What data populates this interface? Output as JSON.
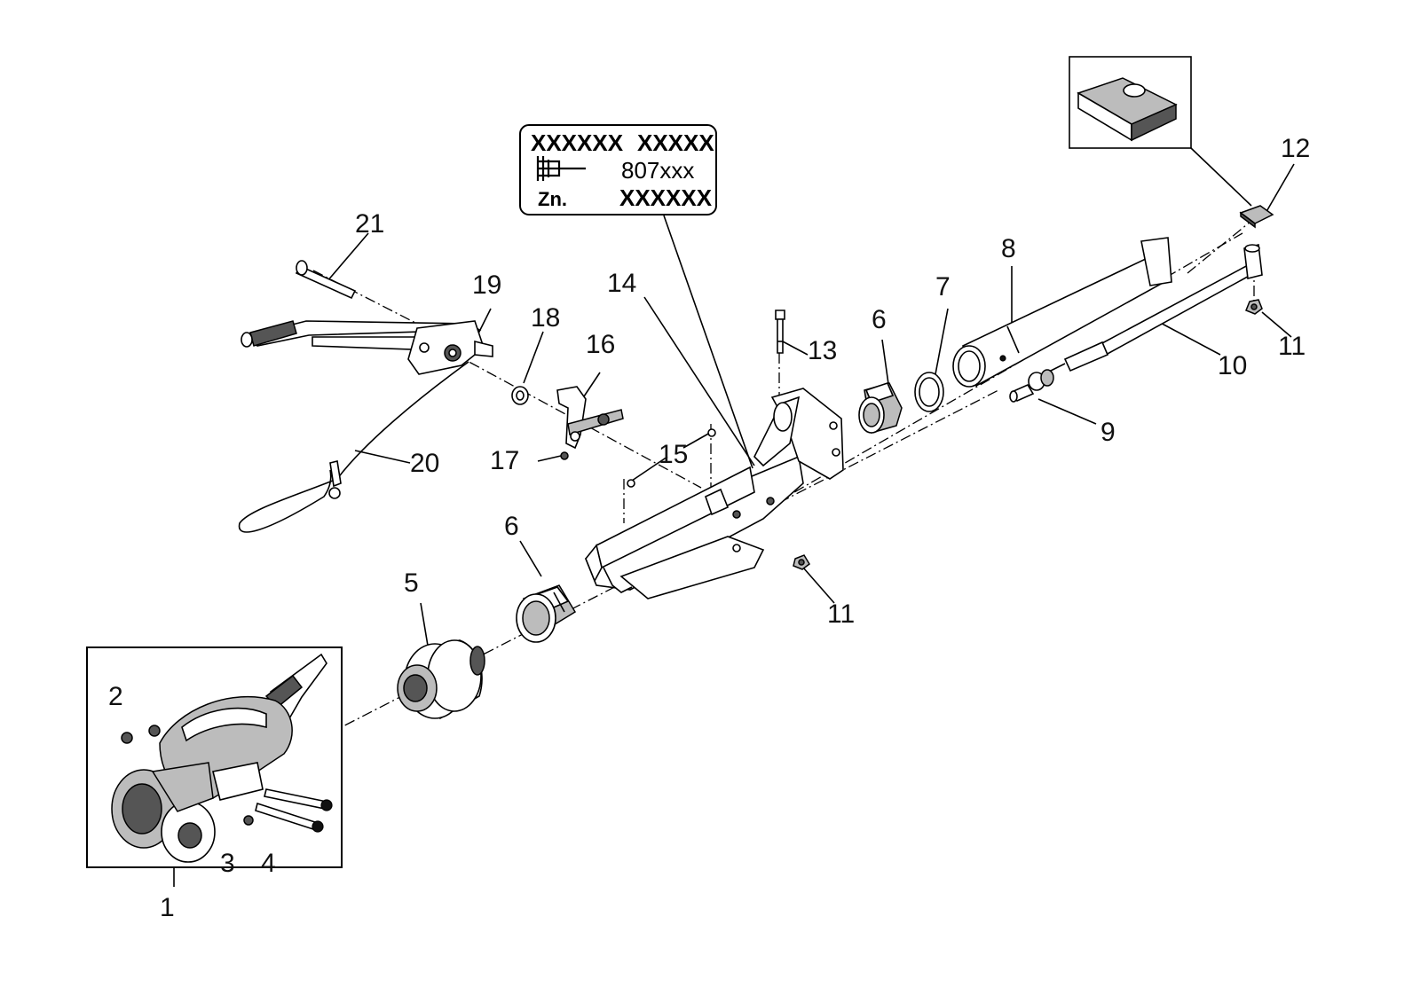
{
  "callouts": {
    "c1": "1",
    "c2": "2",
    "c3": "3",
    "c4": "4",
    "c5": "5",
    "c6a": "6",
    "c6b": "6",
    "c7": "7",
    "c8": "8",
    "c9": "9",
    "c10": "10",
    "c11a": "11",
    "c11b": "11",
    "c12": "12",
    "c13": "13",
    "c14": "14",
    "c15": "15",
    "c16": "16",
    "c17": "17",
    "c18": "18",
    "c19": "19",
    "c20": "20",
    "c21": "21"
  },
  "plate": {
    "line1_left": "XXXXXX",
    "line1_right": "XXXXX",
    "line2_number": "807xxx",
    "line3_prefix": "Zn.",
    "line3_value": "XXXXXX"
  }
}
